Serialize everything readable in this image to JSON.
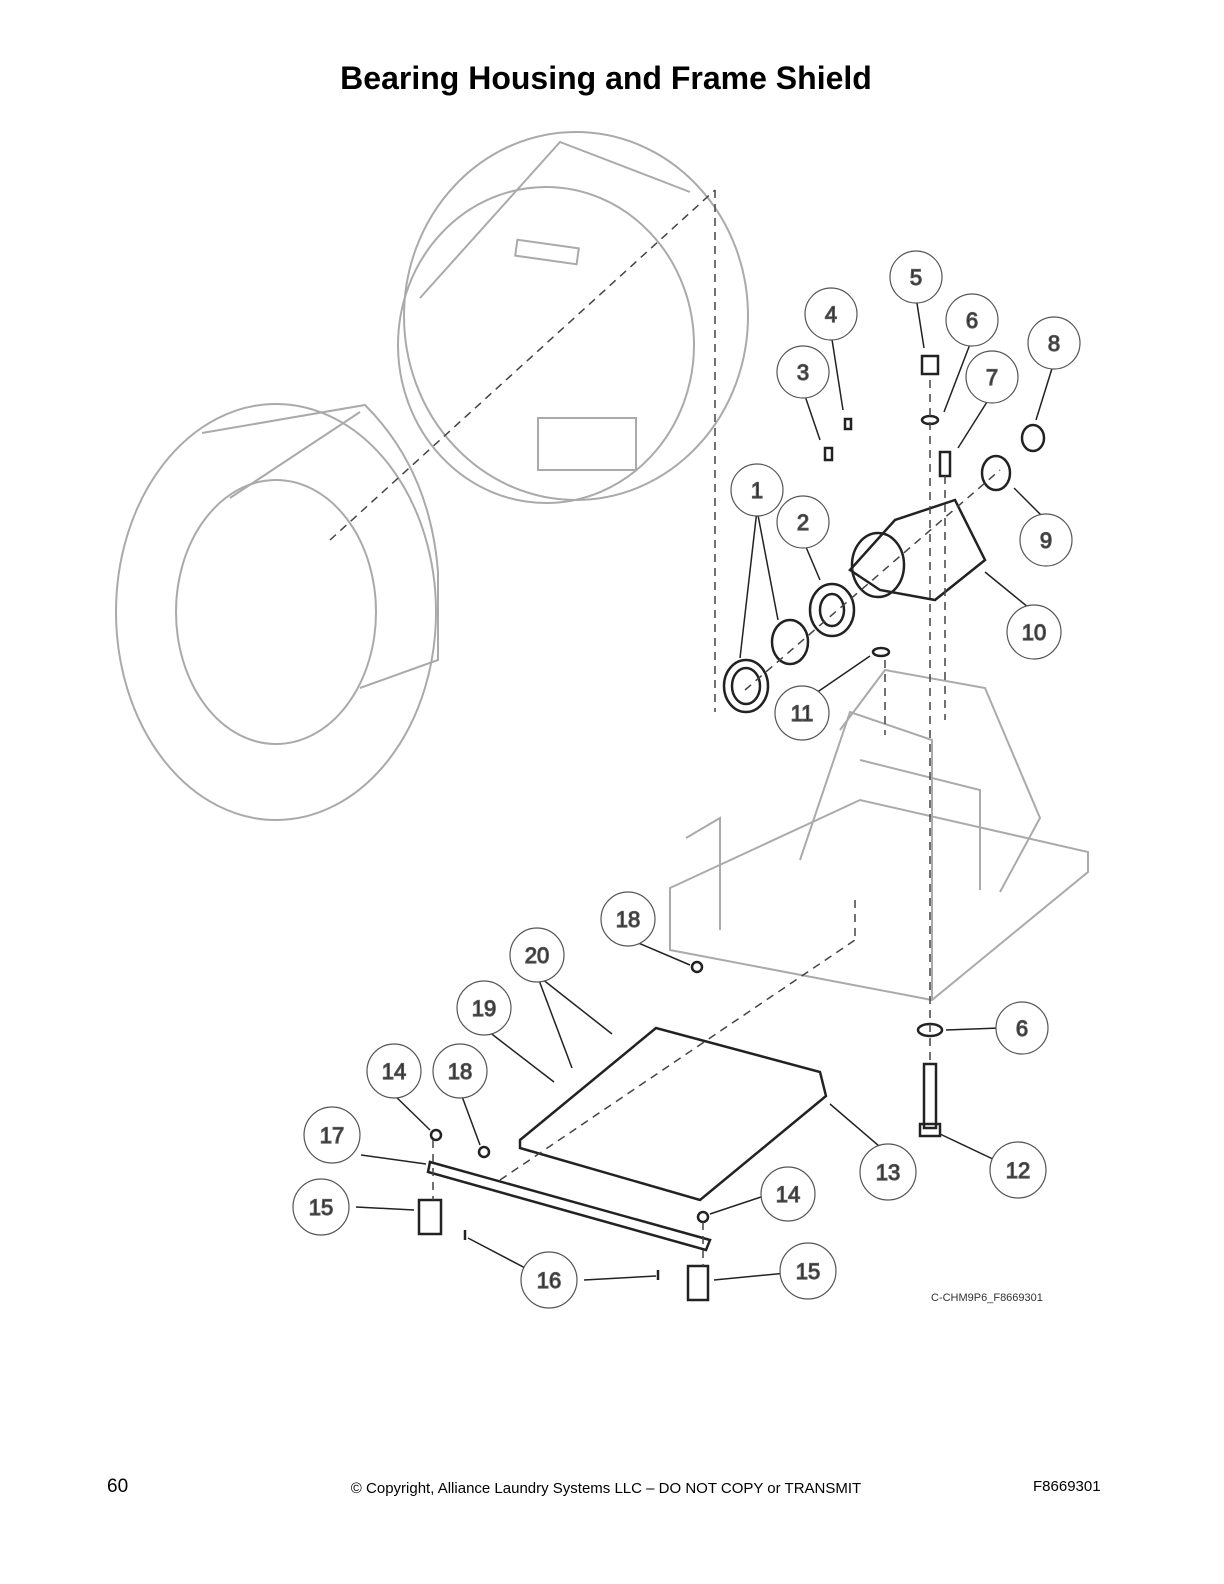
{
  "title": "Bearing Housing and Frame Shield",
  "figure_id": "C-CHM9P6_F8669301",
  "callout_labels": [
    "1",
    "2",
    "3",
    "4",
    "5",
    "6",
    "7",
    "8",
    "9",
    "10",
    "11",
    "12",
    "13",
    "14",
    "15",
    "16",
    "17",
    "18",
    "19",
    "20"
  ],
  "footer": {
    "page_number": "60",
    "copyright": "© Copyright, Alliance Laundry Systems LLC – DO NOT COPY or TRANSMIT",
    "doc_number": "F8669301"
  }
}
